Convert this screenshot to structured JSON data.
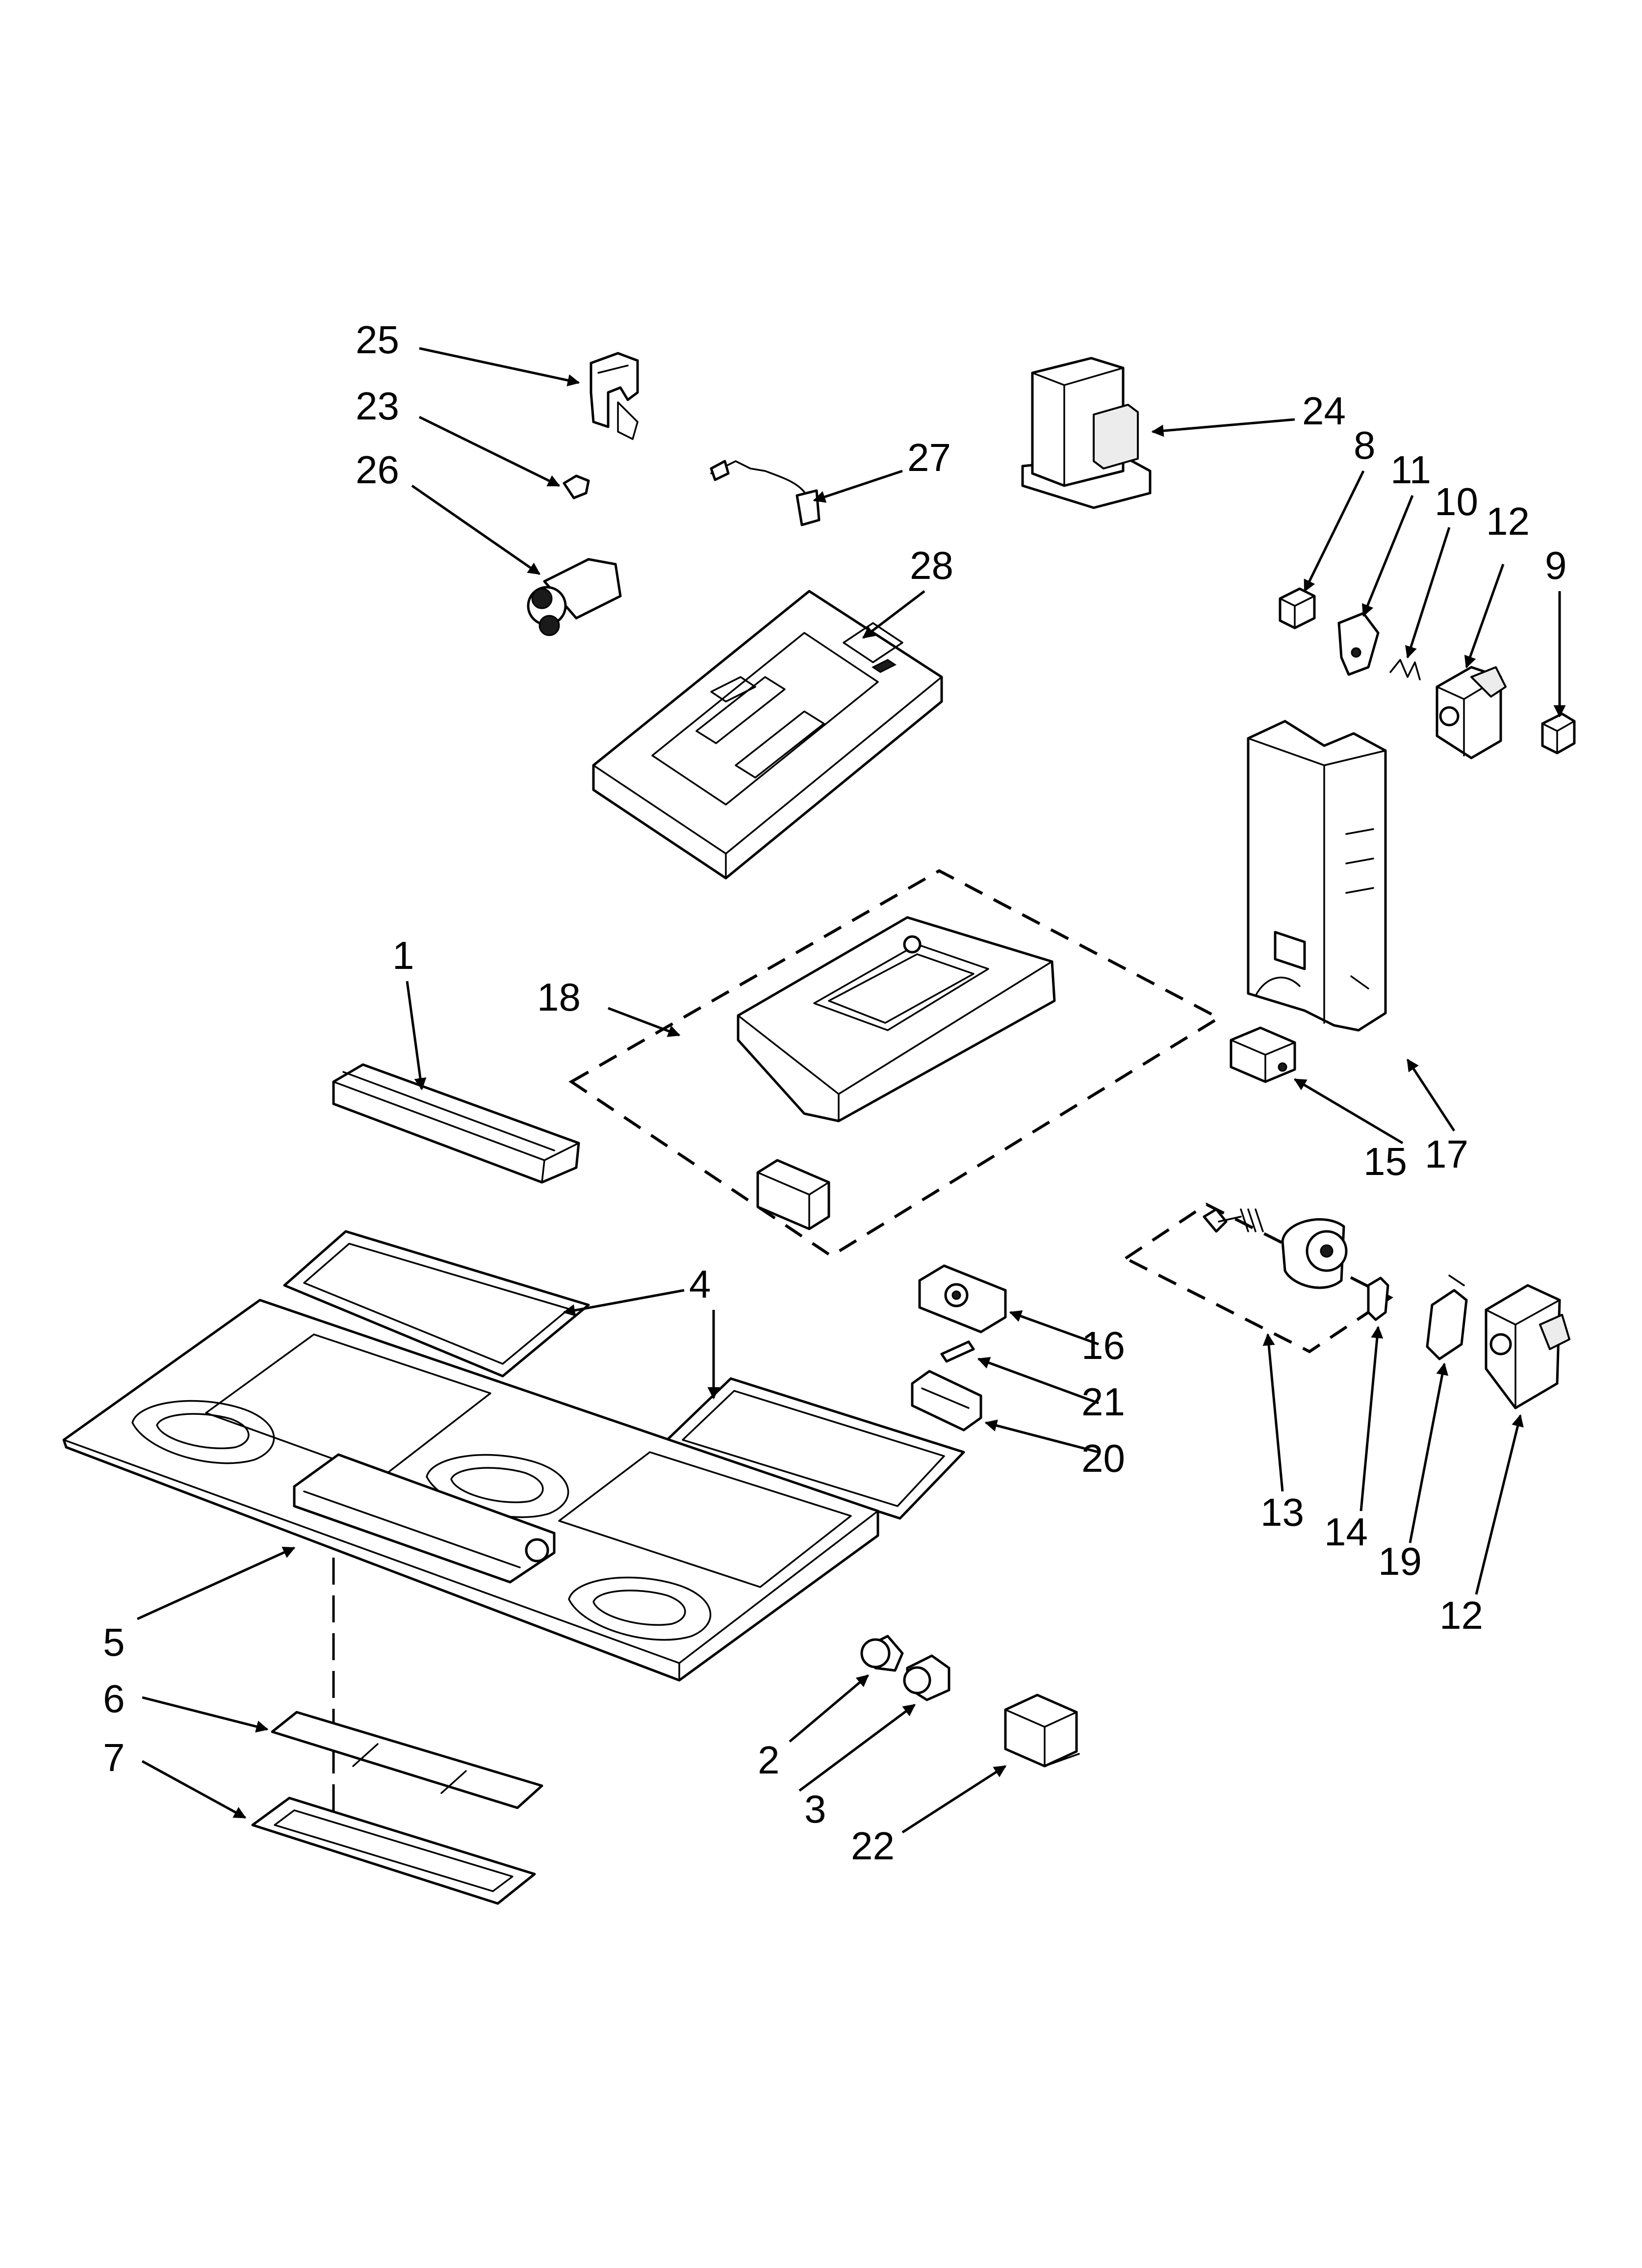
{
  "diagram": {
    "callouts": [
      {
        "id": "c25",
        "label": "25"
      },
      {
        "id": "c23",
        "label": "23"
      },
      {
        "id": "c26",
        "label": "26"
      },
      {
        "id": "c27",
        "label": "27"
      },
      {
        "id": "c24",
        "label": "24"
      },
      {
        "id": "c28",
        "label": "28"
      },
      {
        "id": "c8",
        "label": "8"
      },
      {
        "id": "c11",
        "label": "11"
      },
      {
        "id": "c10",
        "label": "10"
      },
      {
        "id": "c12a",
        "label": "12"
      },
      {
        "id": "c9",
        "label": "9"
      },
      {
        "id": "c1",
        "label": "1"
      },
      {
        "id": "c18",
        "label": "18"
      },
      {
        "id": "c17",
        "label": "17"
      },
      {
        "id": "c15",
        "label": "15"
      },
      {
        "id": "c4a",
        "label": "4"
      },
      {
        "id": "c4b",
        "label": "4"
      },
      {
        "id": "c16",
        "label": "16"
      },
      {
        "id": "c21",
        "label": "21"
      },
      {
        "id": "c20",
        "label": "20"
      },
      {
        "id": "c13",
        "label": "13"
      },
      {
        "id": "c14",
        "label": "14"
      },
      {
        "id": "c19",
        "label": "19"
      },
      {
        "id": "c12b",
        "label": "12"
      },
      {
        "id": "c5",
        "label": "5"
      },
      {
        "id": "c6",
        "label": "6"
      },
      {
        "id": "c7",
        "label": "7"
      },
      {
        "id": "c2",
        "label": "2"
      },
      {
        "id": "c3",
        "label": "3"
      },
      {
        "id": "c22",
        "label": "22"
      }
    ]
  }
}
